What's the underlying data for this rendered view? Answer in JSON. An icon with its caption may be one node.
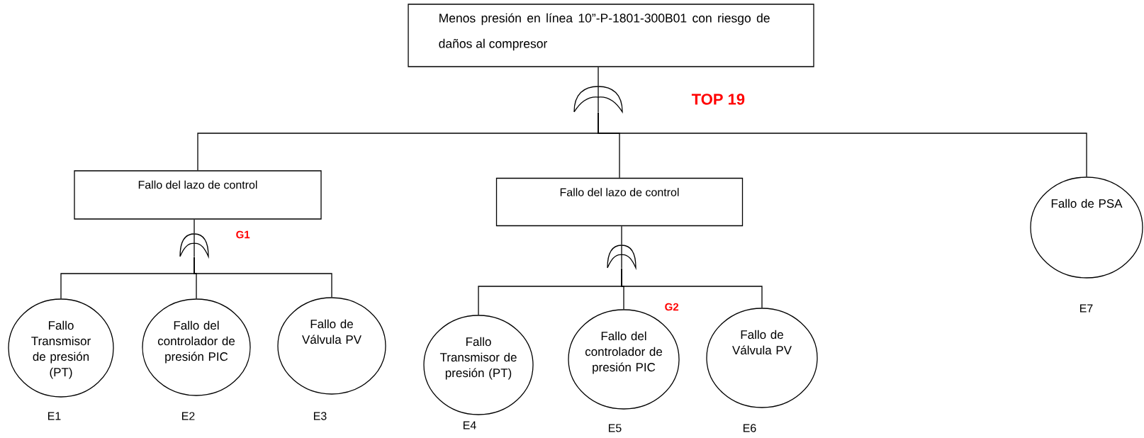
{
  "diagram": {
    "nodes": [
      {
        "text": [
          "Menos presión en línea 10”-P-1801-300B01 con riesgo de daños al compresor"
        ]
      },
      {
        "text": [],
        "shape": "gate"
      },
      {
        "text": [
          "Fallo del lazo de control"
        ]
      },
      {
        "text": [],
        "shape": "gate"
      },
      {
        "text": [
          "Fallo Transmisor de presión (PT)"
        ],
        "beside": [
          "E1"
        ]
      },
      {
        "text": [
          "Fallo del controlador de presión PIC"
        ],
        "beside": [
          "E2"
        ]
      },
      {
        "text": [
          "Fallo de Válvula PV"
        ],
        "beside": [
          "E3"
        ]
      },
      {
        "text": [
          "Fallo del lazo de control"
        ]
      },
      {
        "text": [],
        "shape": "gate"
      },
      {
        "text": [
          "Fallo Transmisor de presión (PT)"
        ],
        "beside": [
          "E4"
        ]
      },
      {
        "text": [
          "Fallo del controlador de presión PIC"
        ],
        "beside": [
          "E5"
        ]
      },
      {
        "text": [
          "Fallo de Válvula PV"
        ],
        "beside": [
          "E6"
        ]
      },
      {
        "text": [
          "Fallo de PSA"
        ],
        "beside": [
          "E7"
        ]
      }
    ],
    "edges": [
      {
        "from": 0,
        "to": 1,
        "arrow": "none"
      },
      {
        "from": 1,
        "to": 2,
        "arrow": "none"
      },
      {
        "from": 1,
        "to": 7,
        "arrow": "none"
      },
      {
        "from": 1,
        "to": 12,
        "arrow": "none"
      },
      {
        "from": 2,
        "to": 3,
        "arrow": "none"
      },
      {
        "from": 3,
        "to": 4,
        "arrow": "none"
      },
      {
        "from": 3,
        "to": 5,
        "arrow": "none"
      },
      {
        "from": 3,
        "to": 6,
        "arrow": "none"
      },
      {
        "from": 7,
        "to": 8,
        "arrow": "none"
      },
      {
        "from": 8,
        "to": 9,
        "arrow": "none"
      },
      {
        "from": 8,
        "to": 10,
        "arrow": "none"
      },
      {
        "from": 8,
        "to": 11,
        "arrow": "none"
      }
    ],
    "labels": [
      "TOP 19",
      "G1",
      "G2"
    ]
  }
}
